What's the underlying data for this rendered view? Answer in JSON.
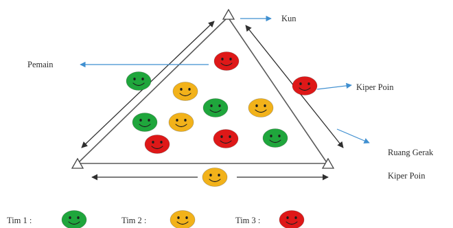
{
  "labels": {
    "kun": "Kun",
    "pemain": "Pemain",
    "kiper_poin": "Kiper Poin",
    "ruang_gerak_line1": "Ruang Gerak",
    "ruang_gerak_line2": "Kiper Poin"
  },
  "legend": [
    {
      "label": "Tim 1 :",
      "color": "#1fa63c"
    },
    {
      "label": "Tim 2 :",
      "color": "#f2b21a"
    },
    {
      "label": "Tim 3 :",
      "color": "#de1818"
    }
  ],
  "colors": {
    "green": "#1fa63c",
    "yellow": "#f2b21a",
    "red": "#de1818",
    "arrow_blue": "#3f8fd0",
    "line": "#2f2f2f"
  },
  "icons": {
    "player": "smiley-face-icon",
    "cone": "triangle-cone-icon"
  }
}
